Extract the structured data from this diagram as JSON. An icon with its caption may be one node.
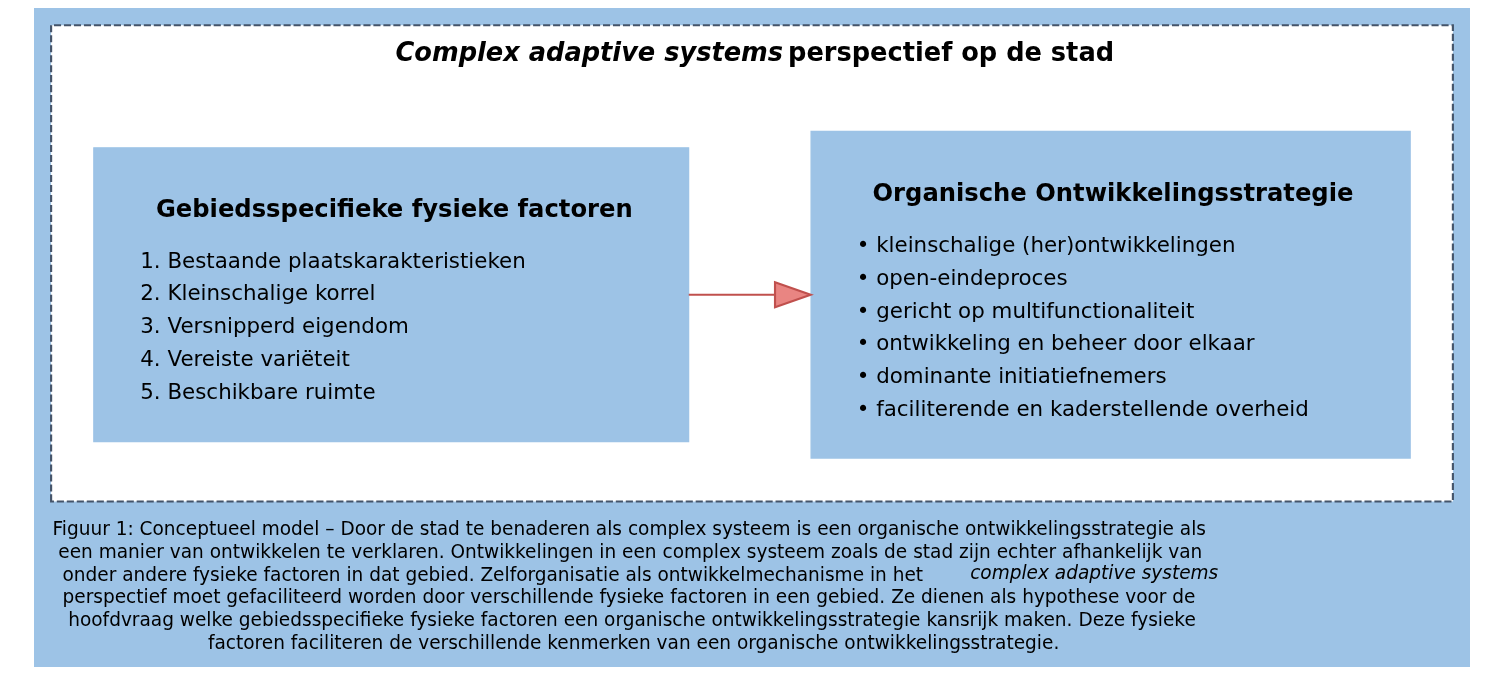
{
  "diagram": {
    "caption": "Figuur 1: Conceptueel model – Door de stad te benaderen als complex systeem is een organische ontwikkelingsstrategie als een manier van ontwikkelen te verklaren. Ontwikkelingen in een complex systeem zoals de stad zijn echter afhankelijk van onder andere fysieke factoren in dat gebied. Zelforganisatie als ontwikkelmechanisme in het *complex adaptive systems* perspectief moet gefaciliteerd worden door verschillende fysieke factoren in een gebied. Ze dienen als hypothese voor de hoofdvraag welke gebiedsspecifieke fysieke factoren een organische ontwikkelingsstrategie kansrijk maken. Deze fysieke factoren faciliteren de verschillende kenmerken van een organische ontwikkelingsstrategie.",
    "nodes": [
      {
        "text": [
          "*Complex adaptive systems* perspectief op de stad"
        ]
      },
      {
        "text": [
          "Gebiedsspecifieke fysieke factoren",
          "1. Bestaande plaatskarakteristieken",
          "2. Kleinschalige korrel",
          "3. Versnipperd eigendom",
          "4. Vereiste variëteit",
          "5. Beschikbare ruimte"
        ],
        "in": 0
      },
      {
        "text": [
          "Organische Ontwikkelingsstrategie",
          "• kleinschalige (her)ontwikkelingen",
          "• open-eindeproces",
          "• gericht op multifunctionaliteit",
          "• ontwikkeling en beheer door elkaar",
          "• dominante initiatiefnemers",
          "• faciliterende en kaderstellende overheid"
        ],
        "in": 0
      }
    ],
    "edges": [
      {
        "from": 1,
        "to": 2,
        "arrow": "to"
      }
    ]
  }
}
